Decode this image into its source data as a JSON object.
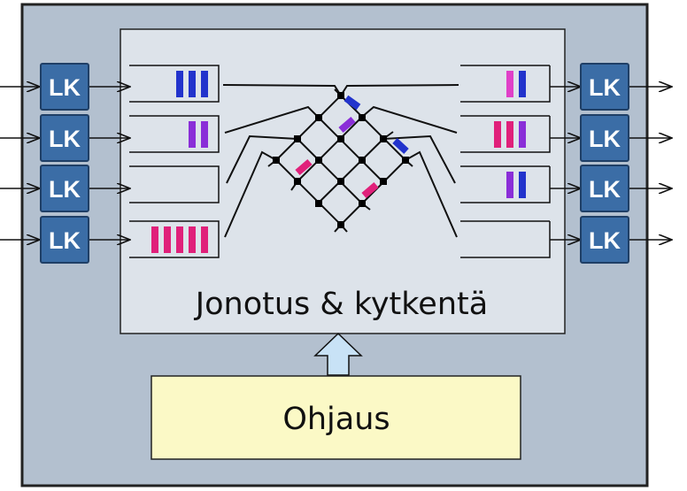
{
  "switch_label": "Jonotus & kytkentä",
  "control_label": "Ohjaus",
  "line_card_label": "LK",
  "colors": {
    "chassis": "#b3c0cf",
    "switch_panel": "#dde3ea",
    "control_box": "#fbf9c6",
    "line_card": "#3b6da6",
    "arrow_fill": "#c8e2f6",
    "blue": "#2233cc",
    "purple": "#8a2ed8",
    "pink": "#e0207a",
    "magenta": "#e040c8"
  },
  "input_queues": [
    {
      "packets": [
        "blue",
        "blue",
        "blue"
      ]
    },
    {
      "packets": [
        "purple",
        "purple"
      ]
    },
    {
      "packets": []
    },
    {
      "packets": [
        "pink",
        "pink",
        "pink",
        "pink",
        "pink"
      ]
    }
  ],
  "output_queues": [
    {
      "packets": [
        "magenta",
        "blue"
      ]
    },
    {
      "packets": [
        "pink",
        "pink",
        "purple"
      ]
    },
    {
      "packets": [
        "purple",
        "blue"
      ]
    },
    {
      "packets": []
    }
  ],
  "crossbar_packets": [
    "blue",
    "purple",
    "blue",
    "pink",
    "pink"
  ]
}
